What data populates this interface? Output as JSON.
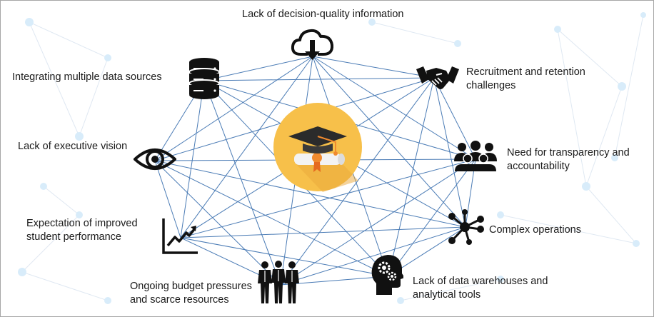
{
  "diagram": {
    "hub": {
      "icon": "graduation-cap-diploma-icon",
      "circle_color": "#f7c04a"
    },
    "link_color": "#4a7bb5",
    "icon_color": "#111111",
    "nodes": [
      {
        "id": "decision",
        "icon": "cloud-download-icon",
        "lines": [
          "Lack of decision-quality information"
        ]
      },
      {
        "id": "recruitment",
        "icon": "handshake-icon",
        "lines": [
          "Recruitment and retention",
          "challenges"
        ]
      },
      {
        "id": "transparency",
        "icon": "group-icon",
        "lines": [
          "Need for transparency and",
          "accountability"
        ]
      },
      {
        "id": "complex",
        "icon": "network-icon",
        "lines": [
          "Complex operations"
        ]
      },
      {
        "id": "warehouses",
        "icon": "head-gears-icon",
        "lines": [
          "Lack of data warehouses and",
          "analytical tools"
        ]
      },
      {
        "id": "budget",
        "icon": "people-icon",
        "lines": [
          "Ongoing budget pressures",
          "and scarce resources"
        ]
      },
      {
        "id": "performance",
        "icon": "line-chart-icon",
        "lines": [
          "Expectation of improved",
          "student performance"
        ]
      },
      {
        "id": "vision",
        "icon": "eye-icon",
        "lines": [
          "Lack of executive vision"
        ]
      },
      {
        "id": "integrating",
        "icon": "database-icon",
        "lines": [
          "Integrating multiple data sources"
        ]
      }
    ]
  }
}
